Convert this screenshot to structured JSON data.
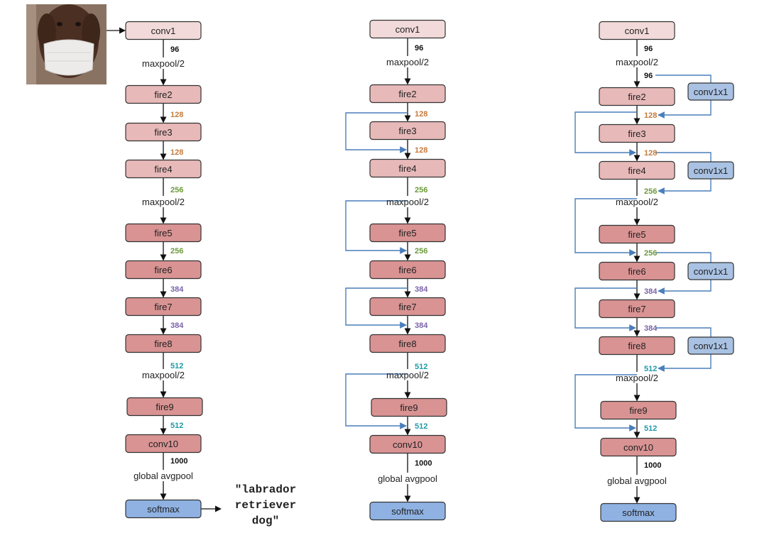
{
  "colors": {
    "conv1": "#f3dada",
    "fire_light": "#e8b9b9",
    "fire_dark": "#d99393",
    "softmax": "#8fb2e3",
    "conv1x1": "#a9c2e3",
    "box_border": "#333333",
    "bypass_line": "#4a7ebb",
    "arrow": "#111111",
    "num_black": "#111111",
    "num_128": "#c77b3a",
    "num_256": "#6d9a3c",
    "num_384": "#7b64a8",
    "num_512": "#1f9aa6",
    "num_1000": "#111111",
    "photo_bg": "#8a7262",
    "photo_dog": "#4b2f22",
    "photo_mask": "#ecebea"
  },
  "input_image": {
    "icon": "dog-with-mask-photo"
  },
  "output_label": {
    "text": "\"labrador\nretriever\ndog\""
  },
  "columns": [
    {
      "name": "simple",
      "nodes": [
        {
          "kind": "box",
          "label": "conv1",
          "style": "conv1"
        },
        {
          "kind": "num",
          "value": "96",
          "color": "num_black"
        },
        {
          "kind": "op",
          "label": "maxpool/2"
        },
        {
          "kind": "box",
          "label": "fire2",
          "style": "fire_light"
        },
        {
          "kind": "num",
          "value": "128",
          "color": "num_128"
        },
        {
          "kind": "box",
          "label": "fire3",
          "style": "fire_light"
        },
        {
          "kind": "num",
          "value": "128",
          "color": "num_128"
        },
        {
          "kind": "box",
          "label": "fire4",
          "style": "fire_light"
        },
        {
          "kind": "num",
          "value": "256",
          "color": "num_256"
        },
        {
          "kind": "op",
          "label": "maxpool/2"
        },
        {
          "kind": "box",
          "label": "fire5",
          "style": "fire_dark"
        },
        {
          "kind": "num",
          "value": "256",
          "color": "num_256"
        },
        {
          "kind": "box",
          "label": "fire6",
          "style": "fire_dark"
        },
        {
          "kind": "num",
          "value": "384",
          "color": "num_384"
        },
        {
          "kind": "box",
          "label": "fire7",
          "style": "fire_dark"
        },
        {
          "kind": "num",
          "value": "384",
          "color": "num_384"
        },
        {
          "kind": "box",
          "label": "fire8",
          "style": "fire_dark"
        },
        {
          "kind": "num",
          "value": "512",
          "color": "num_512"
        },
        {
          "kind": "op",
          "label": "maxpool/2"
        },
        {
          "kind": "box",
          "label": "fire9",
          "style": "fire_dark"
        },
        {
          "kind": "num",
          "value": "512",
          "color": "num_512"
        },
        {
          "kind": "box",
          "label": "conv10",
          "style": "fire_dark"
        },
        {
          "kind": "num",
          "value": "1000",
          "color": "num_1000"
        },
        {
          "kind": "op",
          "label": "global avgpool"
        },
        {
          "kind": "box",
          "label": "softmax",
          "style": "softmax"
        }
      ]
    },
    {
      "name": "simple-bypass",
      "nodes": [
        {
          "kind": "box",
          "label": "conv1",
          "style": "conv1"
        },
        {
          "kind": "num",
          "value": "96",
          "color": "num_black"
        },
        {
          "kind": "op",
          "label": "maxpool/2"
        },
        {
          "kind": "box",
          "label": "fire2",
          "style": "fire_light"
        },
        {
          "kind": "num",
          "value": "128",
          "color": "num_128"
        },
        {
          "kind": "box",
          "label": "fire3",
          "style": "fire_light"
        },
        {
          "kind": "num",
          "value": "128",
          "color": "num_128"
        },
        {
          "kind": "box",
          "label": "fire4",
          "style": "fire_light"
        },
        {
          "kind": "num",
          "value": "256",
          "color": "num_256"
        },
        {
          "kind": "op",
          "label": "maxpool/2"
        },
        {
          "kind": "box",
          "label": "fire5",
          "style": "fire_dark"
        },
        {
          "kind": "num",
          "value": "256",
          "color": "num_256"
        },
        {
          "kind": "box",
          "label": "fire6",
          "style": "fire_dark"
        },
        {
          "kind": "num",
          "value": "384",
          "color": "num_384"
        },
        {
          "kind": "box",
          "label": "fire7",
          "style": "fire_dark"
        },
        {
          "kind": "num",
          "value": "384",
          "color": "num_384"
        },
        {
          "kind": "box",
          "label": "fire8",
          "style": "fire_dark"
        },
        {
          "kind": "num",
          "value": "512",
          "color": "num_512"
        },
        {
          "kind": "op",
          "label": "maxpool/2"
        },
        {
          "kind": "box",
          "label": "fire9",
          "style": "fire_dark"
        },
        {
          "kind": "num",
          "value": "512",
          "color": "num_512"
        },
        {
          "kind": "box",
          "label": "conv10",
          "style": "fire_dark"
        },
        {
          "kind": "num",
          "value": "1000",
          "color": "num_1000"
        },
        {
          "kind": "op",
          "label": "global avgpool"
        },
        {
          "kind": "box",
          "label": "softmax",
          "style": "softmax"
        }
      ]
    },
    {
      "name": "complex-bypass",
      "nodes": [
        {
          "kind": "box",
          "label": "conv1",
          "style": "conv1"
        },
        {
          "kind": "num",
          "value": "96",
          "color": "num_black"
        },
        {
          "kind": "op",
          "label": "maxpool/2"
        },
        {
          "kind": "num",
          "value": "96",
          "color": "num_black"
        },
        {
          "kind": "box",
          "label": "fire2",
          "style": "fire_light"
        },
        {
          "kind": "num",
          "value": "128",
          "color": "num_128"
        },
        {
          "kind": "box",
          "label": "fire3",
          "style": "fire_light"
        },
        {
          "kind": "num",
          "value": "128",
          "color": "num_128"
        },
        {
          "kind": "box",
          "label": "fire4",
          "style": "fire_light"
        },
        {
          "kind": "num",
          "value": "256",
          "color": "num_256"
        },
        {
          "kind": "op",
          "label": "maxpool/2"
        },
        {
          "kind": "box",
          "label": "fire5",
          "style": "fire_dark"
        },
        {
          "kind": "num",
          "value": "256",
          "color": "num_256"
        },
        {
          "kind": "box",
          "label": "fire6",
          "style": "fire_dark"
        },
        {
          "kind": "num",
          "value": "384",
          "color": "num_384"
        },
        {
          "kind": "box",
          "label": "fire7",
          "style": "fire_dark"
        },
        {
          "kind": "num",
          "value": "384",
          "color": "num_384"
        },
        {
          "kind": "box",
          "label": "fire8",
          "style": "fire_dark"
        },
        {
          "kind": "num",
          "value": "512",
          "color": "num_512"
        },
        {
          "kind": "op",
          "label": "maxpool/2"
        },
        {
          "kind": "box",
          "label": "fire9",
          "style": "fire_dark"
        },
        {
          "kind": "num",
          "value": "512",
          "color": "num_512"
        },
        {
          "kind": "box",
          "label": "conv10",
          "style": "fire_dark"
        },
        {
          "kind": "num",
          "value": "1000",
          "color": "num_1000"
        },
        {
          "kind": "op",
          "label": "global avgpool"
        },
        {
          "kind": "box",
          "label": "softmax",
          "style": "softmax"
        }
      ],
      "side_boxes": [
        {
          "label": "conv1x1",
          "style": "conv1x1"
        },
        {
          "label": "conv1x1",
          "style": "conv1x1"
        },
        {
          "label": "conv1x1",
          "style": "conv1x1"
        },
        {
          "label": "conv1x1",
          "style": "conv1x1"
        }
      ]
    }
  ]
}
